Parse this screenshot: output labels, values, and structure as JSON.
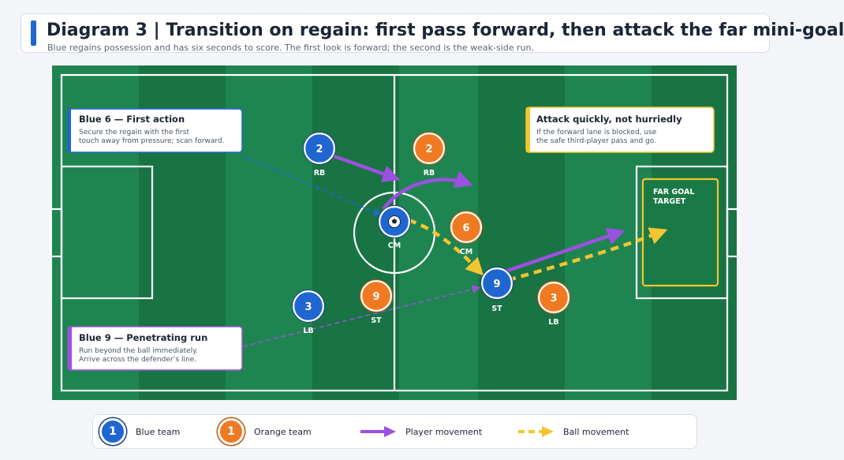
{
  "header": {
    "title": "Diagram 3 | Transition on regain: first pass forward, then attack the far mini-goal",
    "subtitle": "Blue regains possession and has six seconds to score. The first look is forward; the second is the weak-side run."
  },
  "colors": {
    "pitch_light": "#1f8550",
    "pitch_dark": "#187443",
    "blue_team": "#1f66d1",
    "orange_team": "#ef7a22",
    "player_movement": "#9b51e0",
    "ball_movement": "#f2c531",
    "target_zone": "#f2c531"
  },
  "players": [
    {
      "team": "blue",
      "number": "2",
      "label": "RB"
    },
    {
      "team": "blue",
      "number": "",
      "label": "CM",
      "has_ball": true
    },
    {
      "team": "blue",
      "number": "3",
      "label": "LB"
    },
    {
      "team": "blue",
      "number": "9",
      "label": "ST"
    },
    {
      "team": "orange",
      "number": "2",
      "label": "RB"
    },
    {
      "team": "orange",
      "number": "6",
      "label": "CM"
    },
    {
      "team": "orange",
      "number": "9",
      "label": "ST"
    },
    {
      "team": "orange",
      "number": "3",
      "label": "LB"
    }
  ],
  "callouts": {
    "blue6": {
      "title": "Blue 6 — First action",
      "line1": "Secure the regain with the first",
      "line2": "touch away from pressure; scan forward."
    },
    "attack": {
      "title": "Attack quickly, not hurriedly",
      "line1": "If the forward lane is blocked, use",
      "line2": "the safe third-player pass and go."
    },
    "blue9": {
      "title": "Blue 9 — Penetrating run",
      "line1": "Run beyond the ball immediately.",
      "line2": "Arrive across the defender’s line."
    }
  },
  "target": {
    "line1": "FAR GOAL",
    "line2": "TARGET"
  },
  "legend": {
    "blue_chip": "1",
    "blue_label": "Blue team",
    "orange_chip": "1",
    "orange_label": "Orange team",
    "player_movement_label": "Player movement",
    "ball_movement_label": "Ball movement"
  }
}
